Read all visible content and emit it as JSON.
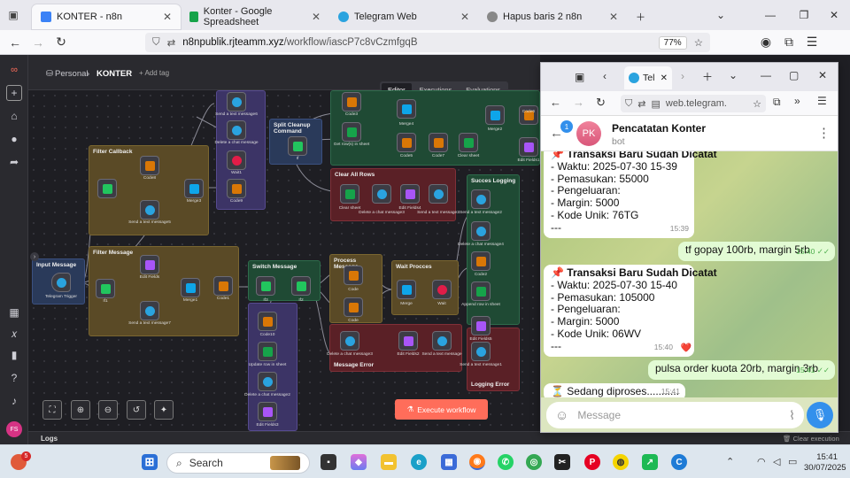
{
  "browser": {
    "tabs": [
      {
        "title": "KONTER - n8n",
        "active": true,
        "icon_color": "#3b82f6"
      },
      {
        "title": "Konter - Google Spreadsheet",
        "active": false,
        "icon_color": "#16a34a"
      },
      {
        "title": "Telegram Web",
        "active": false,
        "icon_color": "#2aa3df"
      },
      {
        "title": "Hapus baris 2 n8n",
        "active": false,
        "icon_color": "#555555"
      }
    ],
    "url_host": "n8npublik.rjteamm.xyz",
    "url_path": "/workflow/iascP7c8vCzmfgqB",
    "zoom": "77%"
  },
  "n8n": {
    "breadcrumb_owner": "Personal",
    "breadcrumb_sep": "›",
    "workflow_name": "KONTER",
    "add_tag": "+ Add tag",
    "modes": [
      "Editor",
      "Executions",
      "Evaluations"
    ],
    "execute_label": "Execute workflow",
    "logs_label": "Logs",
    "clear_execution": "Clear execution",
    "stickies": {
      "filter_callback": "Filter Callback",
      "filter_message": "Filter Message",
      "input_message": "Input Message",
      "split_cleanup": "Split Cleanup Command",
      "clear_all_rows": "Clear All Rows",
      "switch_message": "Switch Message",
      "process_message": "Process Message",
      "wait_procces": "Wait Procces",
      "message_error": "Message Error",
      "succes_logging": "Succes Logging",
      "logging_error": "Logging Error"
    },
    "node_labels": {
      "telegram_trigger": "Telegram Trigger",
      "send_msg_top": "Send a text message6",
      "delete_msg_top": "Delete a chat message",
      "wait1": "Wait1",
      "code9": "Code9",
      "code8": "Code8",
      "send_msg5": "Send a text message5",
      "merge3": "Merge3",
      "if1": "If1",
      "edit_fields": "Edit Fields",
      "send_msg7": "Send a text message7",
      "merge1": "Merge1",
      "code1": "Code1",
      "if_split": "If",
      "code3": "Code3",
      "get_rows": "Get row(s) in sheet",
      "merge4": "Merge4",
      "code5": "Code5",
      "code7": "Code7",
      "clear_sheet_top": "Clear sheet",
      "merge2": "Merge2",
      "code6": "Code6",
      "edit_fields1": "Edit Fields1",
      "clear_sheet": "Clear sheet",
      "delete_msg3": "Delete a chat message3",
      "edit_fields_b": "Edit Fields4",
      "send_msg3": "Send a text message3",
      "if3": "If3",
      "if2": "If2",
      "code10": "Code10",
      "update_row": "Update row in sheet",
      "delete_msg_d": "Delete a chat message2",
      "edit_fields3": "Edit Fields3",
      "code_p": "Code",
      "code_p2": "Code",
      "merge": "Merge",
      "wait": "Wait",
      "delete_msg_e": "Delete a chat message3",
      "edit_fields_e": "Edit Fields2",
      "send_msg_e": "Send a text message",
      "send_msg2": "Send a text message2",
      "delete_msg_s": "Delete a chat message4",
      "code2": "Code2",
      "append_row": "Append row in sheet",
      "edit_fields5": "Edit Fields5",
      "send_msg1": "Send a text message1"
    }
  },
  "telegram": {
    "window_tab_title": "Tel",
    "url": "web.telegram.",
    "notification_count": "1",
    "avatar_initials": "PK",
    "chat_name": "Pencatatan Konter",
    "chat_status": "bot",
    "messages": [
      {
        "lines": [
          "📌 Transaksi Baru Sudah Dicatat",
          "- Waktu: 2025-07-30 15-39",
          "- Pemasukan: 55000",
          "- Pengeluaran:",
          "- Margin: 5000",
          "- Kode Unik: 76TG",
          "---"
        ],
        "time": "15:39",
        "out": false
      },
      {
        "lines": [
          "tf gopay 100rb, margin 5rb"
        ],
        "time": "15:40",
        "out": true
      },
      {
        "lines": [
          "📌 Transaksi Baru Sudah Dicatat",
          "- Waktu: 2025-07-30 15-40",
          "- Pemasukan: 105000",
          "- Pengeluaran:",
          "- Margin: 5000",
          "- Kode Unik: 06WV",
          "---"
        ],
        "time": "15:40",
        "out": false,
        "reaction": "❤️"
      },
      {
        "lines": [
          "pulsa order kuota 20rb, margin 3rb"
        ],
        "time": "15:41",
        "out": true
      },
      {
        "lines": [
          "⏳ Sedang diproses..........."
        ],
        "time": "15:41",
        "out": false
      }
    ],
    "input_placeholder": "Message"
  },
  "taskbar": {
    "search_placeholder": "Search",
    "time": "15:41",
    "date": "30/07/2025",
    "badge_count": "5"
  }
}
